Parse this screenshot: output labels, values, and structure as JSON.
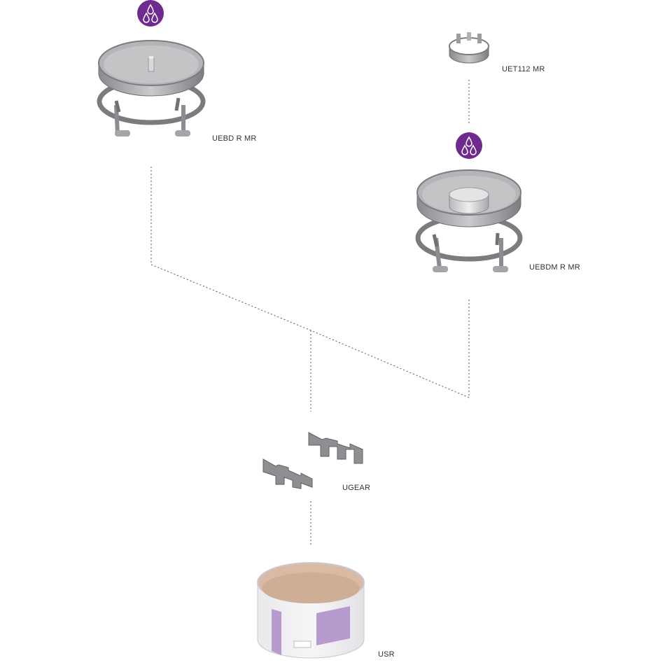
{
  "components": [
    {
      "id": "uebd",
      "label": "UEBD R MR",
      "type": "tray-with-spigot",
      "badge": "water-drops-icon"
    },
    {
      "id": "uet",
      "label": "UET112 MR",
      "type": "spacer-ring",
      "badge": ""
    },
    {
      "id": "uebdm",
      "label": "UEBDM R MR",
      "type": "tray-with-boss",
      "badge": "water-drops-icon"
    },
    {
      "id": "ugear",
      "label": "UGEAR",
      "type": "mounting-brackets",
      "badge": ""
    },
    {
      "id": "usr",
      "label": "USR",
      "type": "cardboard-sleeve",
      "badge": ""
    }
  ],
  "colors": {
    "badge": "#6e2a8e",
    "metal": "#9a9a9c",
    "metal_dark": "#6f7073",
    "cardboard_inside": "#d9bba5",
    "sleeve_band": "#b79bcf",
    "connector": "#555555"
  }
}
